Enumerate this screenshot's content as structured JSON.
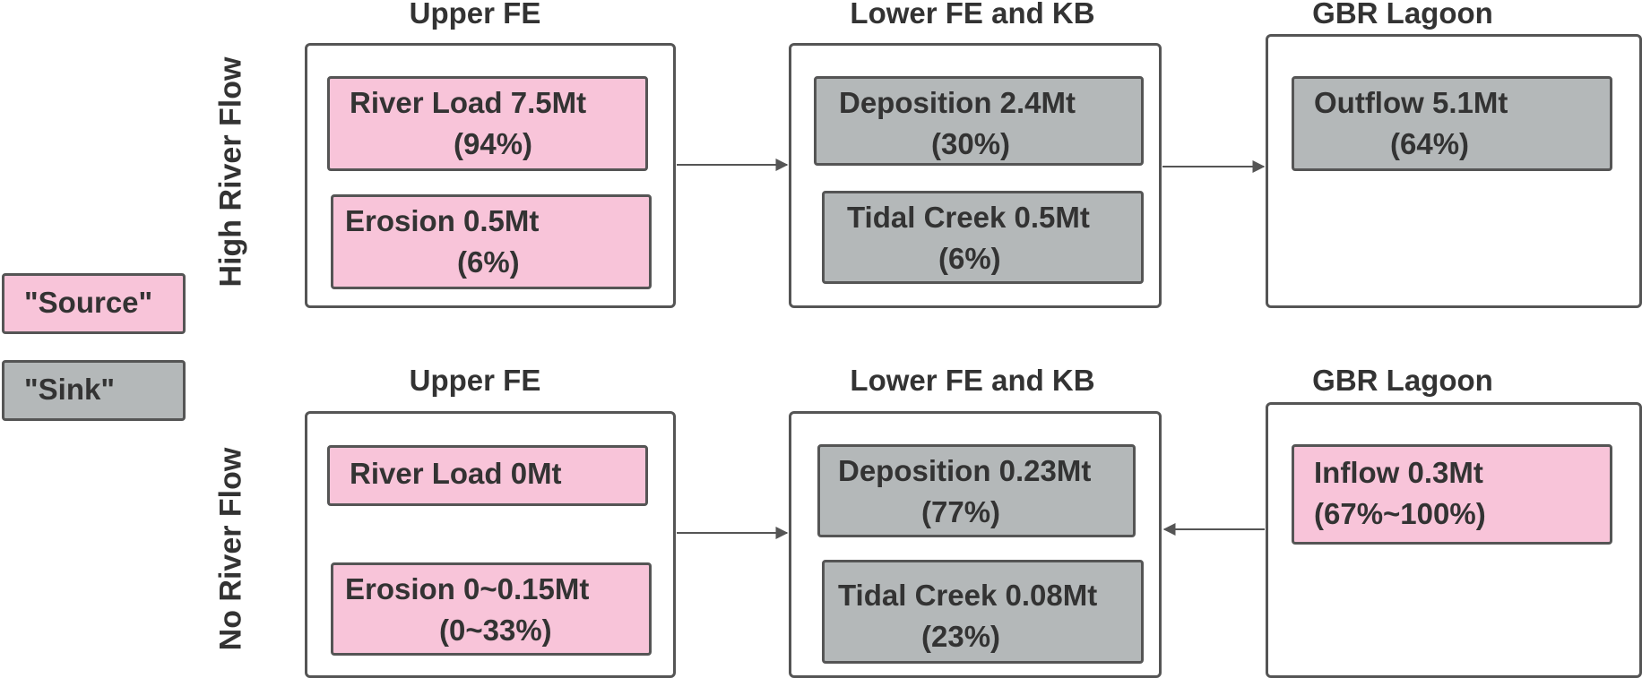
{
  "legend": {
    "source": "\"Source\"",
    "sink": "\"Sink\""
  },
  "rows": {
    "high": {
      "label": "High River Flow"
    },
    "none": {
      "label": "No River Flow"
    }
  },
  "high": {
    "upper_title": "Upper FE",
    "lower_title": "Lower FE and KB",
    "lagoon_title": "GBR Lagoon",
    "river_load": [
      "River Load 7.5Mt",
      "(94%)"
    ],
    "erosion": [
      "Erosion 0.5Mt",
      "(6%)"
    ],
    "deposition": [
      "Deposition 2.4Mt",
      "(30%)"
    ],
    "tidal_creek": [
      "Tidal Creek 0.5Mt",
      "(6%)"
    ],
    "outflow": [
      "Outflow 5.1Mt",
      "(64%)"
    ]
  },
  "none": {
    "upper_title": "Upper FE",
    "lower_title": "Lower FE and KB",
    "lagoon_title": "GBR Lagoon",
    "river_load": [
      "River Load 0Mt"
    ],
    "erosion": [
      "Erosion 0~0.15Mt",
      "(0~33%)"
    ],
    "deposition": [
      "Deposition 0.23Mt",
      "(77%)"
    ],
    "tidal_creek": [
      "Tidal Creek 0.08Mt",
      "(23%)"
    ],
    "inflow": [
      "Inflow 0.3Mt",
      "(67%~100%)"
    ]
  },
  "colors": {
    "source": "#f8c4d9",
    "sink": "#b4b8b9",
    "border": "#555555"
  }
}
